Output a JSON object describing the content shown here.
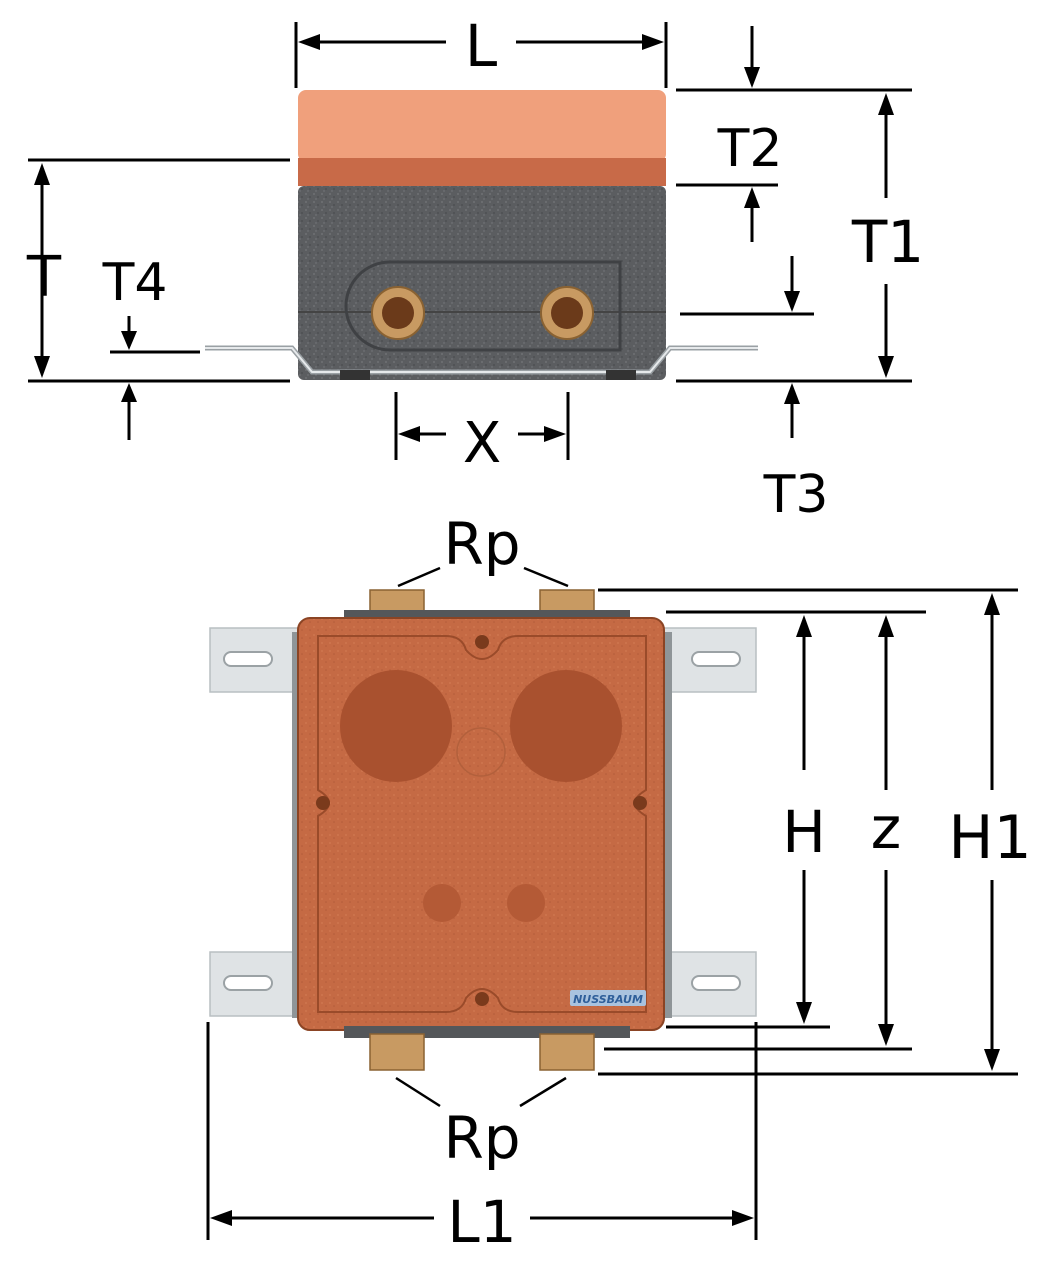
{
  "labels": {
    "L": "L",
    "T": "T",
    "T1": "T1",
    "T2": "T2",
    "T3": "T3",
    "T4": "T4",
    "X": "X",
    "Rp_top": "Rp",
    "Rp_bottom": "Rp",
    "H": "H",
    "z": "z",
    "H1": "H1",
    "L1": "L1"
  },
  "brand": "NUSSBAUM",
  "colors": {
    "cover_light": "#f0a07c",
    "cover_dark": "#c86a48",
    "insulation": "#5b5d60",
    "box_front": "#c56a44",
    "box_circle": "#a9512f",
    "brass": "#c89a62",
    "bracket": "#dfe3e5",
    "brand_plate": "#a9c3df",
    "brand_text": "#2f5f9a"
  }
}
